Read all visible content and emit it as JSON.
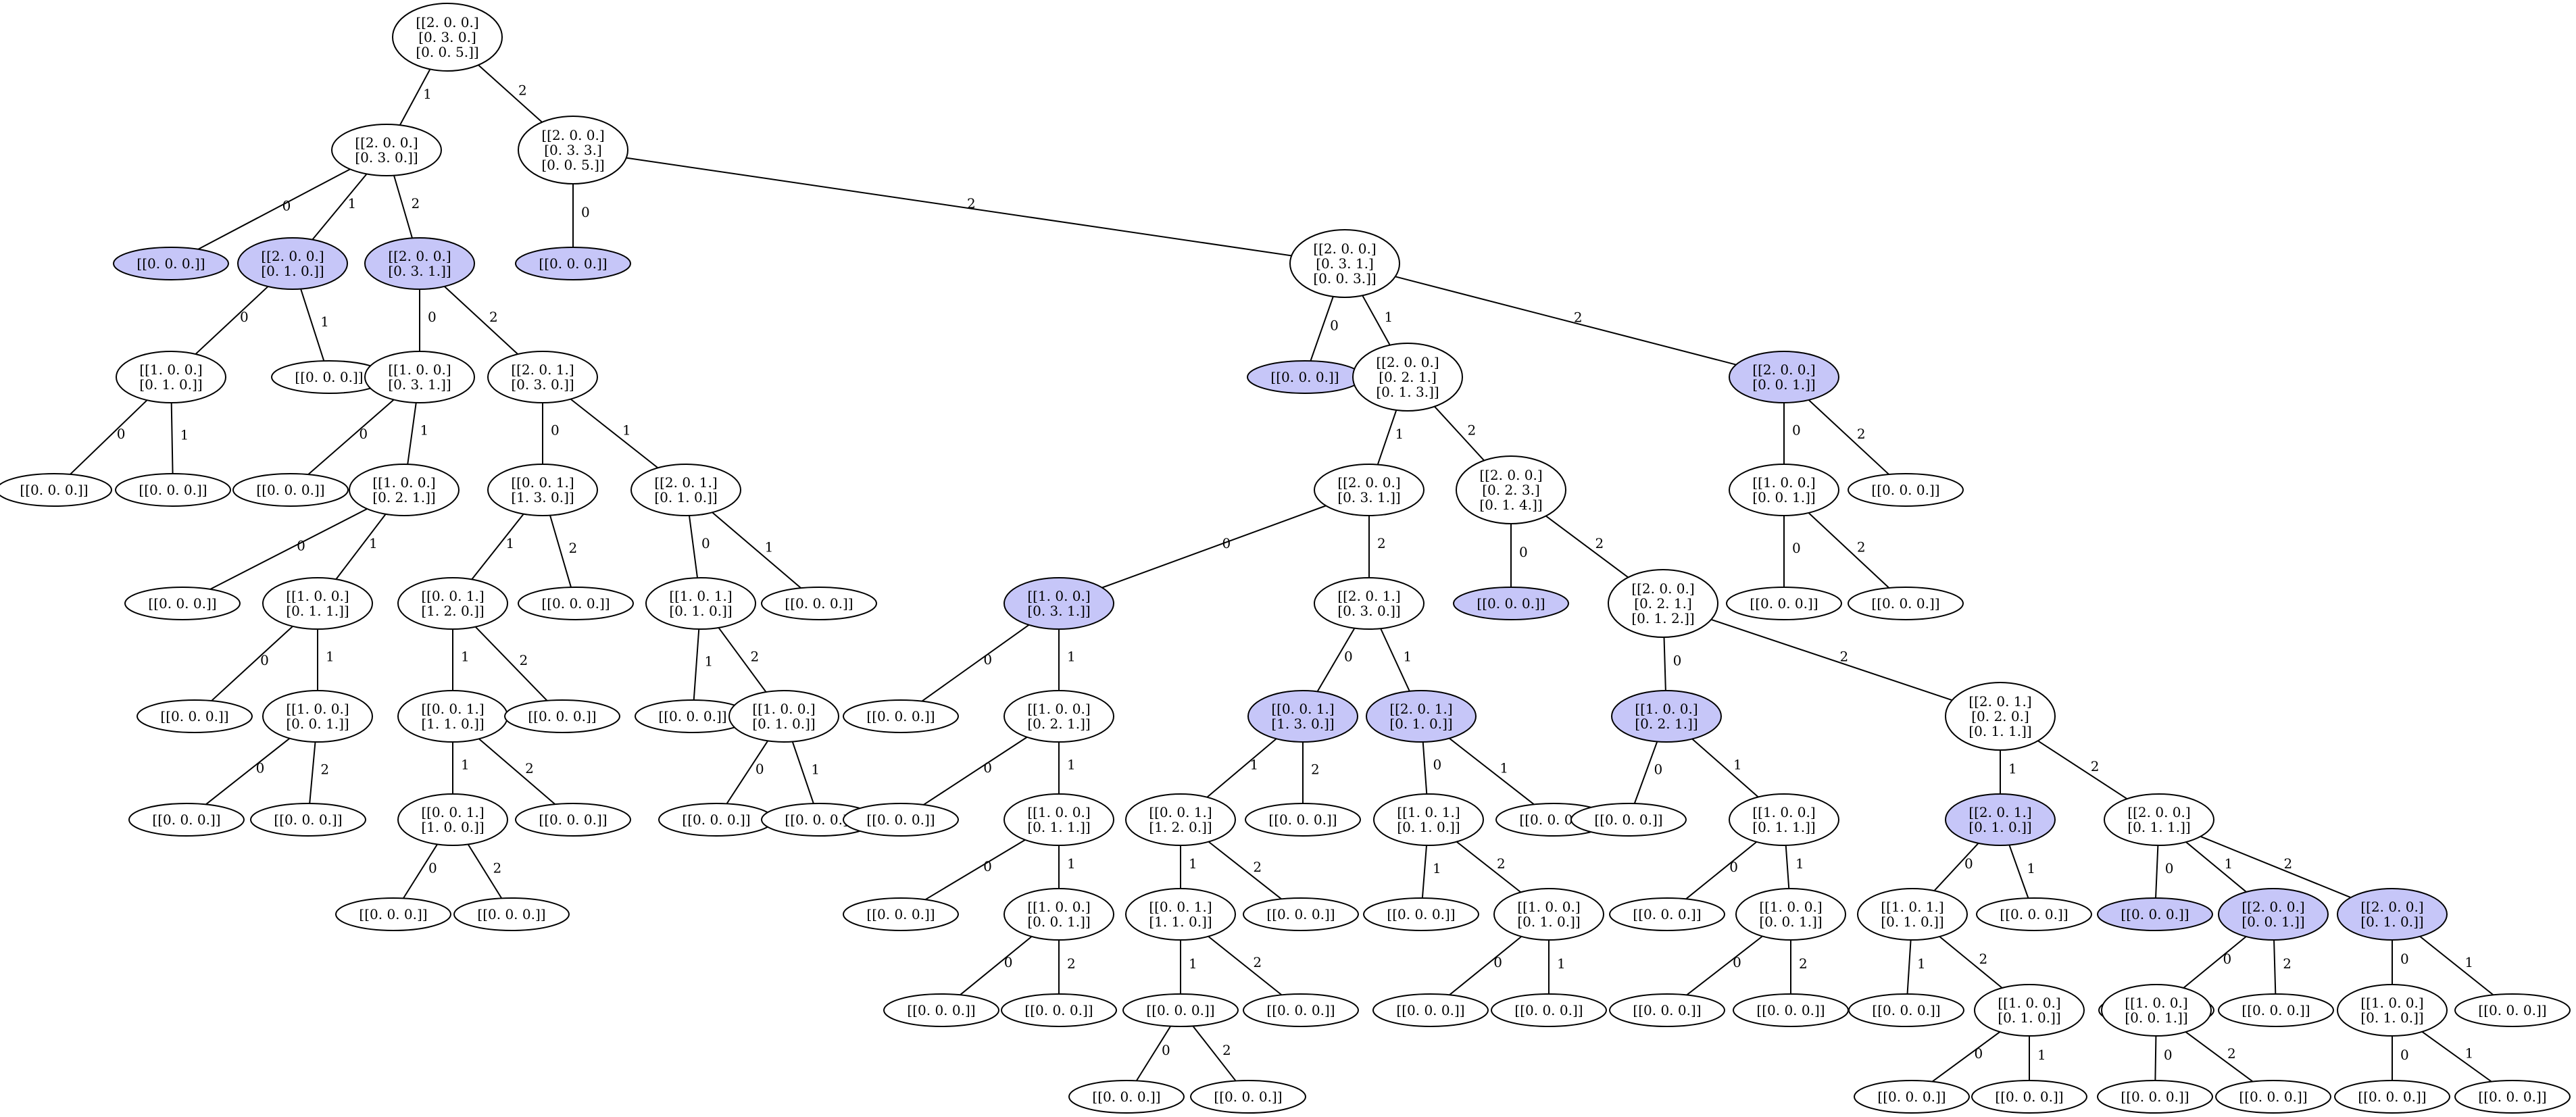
{
  "colors": {
    "highlight": "#c6c6f8",
    "normal": "#ffffff",
    "stroke": "#000000"
  },
  "nodes": [
    {
      "id": "n1",
      "lines": [
        "[[2. 0. 0.]",
        "[0. 3. 0.]",
        "[0. 0. 5.]]"
      ],
      "hl": false
    },
    {
      "id": "n2",
      "lines": [
        "[[2. 0. 0.]",
        "[0. 3. 0.]]"
      ],
      "hl": false
    },
    {
      "id": "n3",
      "lines": [
        "[[2. 0. 0.]",
        "[0. 3. 3.]",
        "[0. 0. 5.]]"
      ],
      "hl": false
    },
    {
      "id": "n4",
      "lines": [
        "[[0. 0. 0.]]"
      ],
      "hl": true
    },
    {
      "id": "n5",
      "lines": [
        "[[2. 0. 0.]",
        "[0. 1. 0.]]"
      ],
      "hl": true
    },
    {
      "id": "n6",
      "lines": [
        "[[2. 0. 0.]",
        "[0. 3. 1.]]"
      ],
      "hl": true
    },
    {
      "id": "n7",
      "lines": [
        "[[0. 0. 0.]]"
      ],
      "hl": true
    },
    {
      "id": "n8",
      "lines": [
        "[[2. 0. 0.]",
        "[0. 3. 1.]",
        "[0. 0. 3.]]"
      ],
      "hl": false
    },
    {
      "id": "n9",
      "lines": [
        "[[1. 0. 0.]",
        "[0. 1. 0.]]"
      ],
      "hl": false
    },
    {
      "id": "n10",
      "lines": [
        "[[0. 0. 0.]]"
      ],
      "hl": false
    },
    {
      "id": "n11",
      "lines": [
        "[[1. 0. 0.]",
        "[0. 3. 1.]]"
      ],
      "hl": false
    },
    {
      "id": "n12",
      "lines": [
        "[[2. 0. 1.]",
        "[0. 3. 0.]]"
      ],
      "hl": false
    },
    {
      "id": "n13",
      "lines": [
        "[[0. 0. 0.]]"
      ],
      "hl": true
    },
    {
      "id": "n14",
      "lines": [
        "[[2. 0. 0.]",
        "[0. 2. 1.]",
        "[0. 1. 3.]]"
      ],
      "hl": false
    },
    {
      "id": "n15",
      "lines": [
        "[[2. 0. 0.]",
        "[0. 0. 1.]]"
      ],
      "hl": true
    },
    {
      "id": "n16",
      "lines": [
        "[[0. 0. 0.]]"
      ],
      "hl": false
    },
    {
      "id": "n17",
      "lines": [
        "[[0. 0. 0.]]"
      ],
      "hl": false
    },
    {
      "id": "n18",
      "lines": [
        "[[0. 0. 0.]]"
      ],
      "hl": false
    },
    {
      "id": "n19",
      "lines": [
        "[[1. 0. 0.]",
        "[0. 2. 1.]]"
      ],
      "hl": false
    },
    {
      "id": "n20",
      "lines": [
        "[[0. 0. 1.]",
        "[1. 3. 0.]]"
      ],
      "hl": false
    },
    {
      "id": "n21",
      "lines": [
        "[[2. 0. 1.]",
        "[0. 1. 0.]]"
      ],
      "hl": false
    },
    {
      "id": "n22",
      "lines": [
        "[[2. 0. 0.]",
        "[0. 3. 1.]]"
      ],
      "hl": false
    },
    {
      "id": "n23",
      "lines": [
        "[[2. 0. 0.]",
        "[0. 2. 3.]",
        "[0. 1. 4.]]"
      ],
      "hl": false
    },
    {
      "id": "n24",
      "lines": [
        "[[1. 0. 0.]",
        "[0. 0. 1.]]"
      ],
      "hl": false
    },
    {
      "id": "n25",
      "lines": [
        "[[0. 0. 0.]]"
      ],
      "hl": false
    },
    {
      "id": "n26",
      "lines": [
        "[[0. 0. 0.]]"
      ],
      "hl": false
    },
    {
      "id": "n27",
      "lines": [
        "[[1. 0. 0.]",
        "[0. 1. 1.]]"
      ],
      "hl": false
    },
    {
      "id": "n28",
      "lines": [
        "[[0. 0. 1.]",
        "[1. 2. 0.]]"
      ],
      "hl": false
    },
    {
      "id": "n29",
      "lines": [
        "[[0. 0. 0.]]"
      ],
      "hl": false
    },
    {
      "id": "n30",
      "lines": [
        "[[1. 0. 1.]",
        "[0. 1. 0.]]"
      ],
      "hl": false
    },
    {
      "id": "n31",
      "lines": [
        "[[0. 0. 0.]]"
      ],
      "hl": false
    },
    {
      "id": "n32",
      "lines": [
        "[[1. 0. 0.]",
        "[0. 3. 1.]]"
      ],
      "hl": true
    },
    {
      "id": "n33",
      "lines": [
        "[[2. 0. 1.]",
        "[0. 3. 0.]]"
      ],
      "hl": false
    },
    {
      "id": "n34",
      "lines": [
        "[[0. 0. 0.]]"
      ],
      "hl": true
    },
    {
      "id": "n35",
      "lines": [
        "[[2. 0. 0.]",
        "[0. 2. 1.]",
        "[0. 1. 2.]]"
      ],
      "hl": false
    },
    {
      "id": "n36",
      "lines": [
        "[[0. 0. 0.]]"
      ],
      "hl": false
    },
    {
      "id": "n37",
      "lines": [
        "[[0. 0. 0.]]"
      ],
      "hl": false
    },
    {
      "id": "n38",
      "lines": [
        "[[0. 0. 0.]]"
      ],
      "hl": false
    },
    {
      "id": "n39",
      "lines": [
        "[[1. 0. 0.]",
        "[0. 0. 1.]]"
      ],
      "hl": false
    },
    {
      "id": "n40",
      "lines": [
        "[[0. 0. 1.]",
        "[1. 1. 0.]]"
      ],
      "hl": false
    },
    {
      "id": "n41",
      "lines": [
        "[[0. 0. 0.]]"
      ],
      "hl": false
    },
    {
      "id": "n42",
      "lines": [
        "[[0. 0. 0.]]"
      ],
      "hl": false
    },
    {
      "id": "n43",
      "lines": [
        "[[1. 0. 0.]",
        "[0. 1. 0.]]"
      ],
      "hl": false
    },
    {
      "id": "n44",
      "lines": [
        "[[0. 0. 0.]]"
      ],
      "hl": false
    },
    {
      "id": "n45",
      "lines": [
        "[[1. 0. 0.]",
        "[0. 2. 1.]]"
      ],
      "hl": false
    },
    {
      "id": "n46",
      "lines": [
        "[[0. 0. 1.]",
        "[1. 3. 0.]]"
      ],
      "hl": true
    },
    {
      "id": "n47",
      "lines": [
        "[[2. 0. 1.]",
        "[0. 1. 0.]]"
      ],
      "hl": true
    },
    {
      "id": "n48",
      "lines": [
        "[[1. 0. 0.]",
        "[0. 2. 1.]]"
      ],
      "hl": true
    },
    {
      "id": "n49",
      "lines": [
        "[[2. 0. 1.]",
        "[0. 2. 0.]",
        "[0. 1. 1.]]"
      ],
      "hl": false
    },
    {
      "id": "n50",
      "lines": [
        "[[0. 0. 0.]]"
      ],
      "hl": false
    },
    {
      "id": "n51",
      "lines": [
        "[[0. 0. 0.]]"
      ],
      "hl": false
    },
    {
      "id": "n52",
      "lines": [
        "[[0. 0. 1.]",
        "[1. 0. 0.]]"
      ],
      "hl": false
    },
    {
      "id": "n53",
      "lines": [
        "[[0. 0. 0.]]"
      ],
      "hl": false
    },
    {
      "id": "n54",
      "lines": [
        "[[0. 0. 0.]]"
      ],
      "hl": false
    },
    {
      "id": "n55",
      "lines": [
        "[[0. 0. 0.]]"
      ],
      "hl": false
    },
    {
      "id": "n56",
      "lines": [
        "[[0. 0. 0.]]"
      ],
      "hl": false
    },
    {
      "id": "n57",
      "lines": [
        "[[1. 0. 0.]",
        "[0. 1. 1.]]"
      ],
      "hl": false
    },
    {
      "id": "n58",
      "lines": [
        "[[0. 0. 1.]",
        "[1. 2. 0.]]"
      ],
      "hl": false
    },
    {
      "id": "n59",
      "lines": [
        "[[0. 0. 0.]]"
      ],
      "hl": false
    },
    {
      "id": "n60",
      "lines": [
        "[[1. 0. 1.]",
        "[0. 1. 0.]]"
      ],
      "hl": false
    },
    {
      "id": "n61",
      "lines": [
        "[[0. 0. 0.]]"
      ],
      "hl": false
    },
    {
      "id": "n62",
      "lines": [
        "[[0. 0. 0.]]"
      ],
      "hl": false
    },
    {
      "id": "n63",
      "lines": [
        "[[1. 0. 0.]",
        "[0. 1. 1.]]"
      ],
      "hl": false
    },
    {
      "id": "n64",
      "lines": [
        "[[2. 0. 1.]",
        "[0. 1. 0.]]"
      ],
      "hl": true
    },
    {
      "id": "n65",
      "lines": [
        "[[2. 0. 0.]",
        "[0. 1. 1.]]"
      ],
      "hl": false
    },
    {
      "id": "n66",
      "lines": [
        "[[0. 0. 0.]]"
      ],
      "hl": false
    },
    {
      "id": "n67",
      "lines": [
        "[[0. 0. 0.]]"
      ],
      "hl": false
    },
    {
      "id": "n68",
      "lines": [
        "[[0. 0. 0.]]"
      ],
      "hl": false
    },
    {
      "id": "n69",
      "lines": [
        "[[1. 0. 0.]",
        "[0. 0. 1.]]"
      ],
      "hl": false
    },
    {
      "id": "n70",
      "lines": [
        "[[0. 0. 1.]",
        "[1. 1. 0.]]"
      ],
      "hl": false
    },
    {
      "id": "n71",
      "lines": [
        "[[0. 0. 0.]]"
      ],
      "hl": false
    },
    {
      "id": "n72",
      "lines": [
        "[[0. 0. 0.]]"
      ],
      "hl": false
    },
    {
      "id": "n73",
      "lines": [
        "[[1. 0. 0.]",
        "[0. 1. 0.]]"
      ],
      "hl": false
    },
    {
      "id": "n74",
      "lines": [
        "[[0. 0. 0.]]"
      ],
      "hl": false
    },
    {
      "id": "n75",
      "lines": [
        "[[1. 0. 0.]",
        "[0. 0. 1.]]"
      ],
      "hl": false
    },
    {
      "id": "n76",
      "lines": [
        "[[1. 0. 1.]",
        "[0. 1. 0.]]"
      ],
      "hl": false
    },
    {
      "id": "n77",
      "lines": [
        "[[0. 0. 0.]]"
      ],
      "hl": false
    },
    {
      "id": "n78",
      "lines": [
        "[[0. 0. 0.]]"
      ],
      "hl": true
    },
    {
      "id": "n79",
      "lines": [
        "[[2. 0. 0.]",
        "[0. 0. 1.]]"
      ],
      "hl": true
    },
    {
      "id": "n80",
      "lines": [
        "[[2. 0. 0.]",
        "[0. 1. 0.]]"
      ],
      "hl": true
    },
    {
      "id": "n81",
      "lines": [
        "[[0. 0. 0.]]"
      ],
      "hl": false
    },
    {
      "id": "n82",
      "lines": [
        "[[0. 0. 0.]]"
      ],
      "hl": false
    },
    {
      "id": "n83",
      "lines": [
        "[[0. 0. 0.]]"
      ],
      "hl": false
    },
    {
      "id": "n84",
      "lines": [
        "[[0. 0. 0.]]"
      ],
      "hl": false
    },
    {
      "id": "n85",
      "lines": [
        "[[0. 0. 0.]]"
      ],
      "hl": false
    },
    {
      "id": "n86",
      "lines": [
        "[[0. 0. 0.]]"
      ],
      "hl": false
    },
    {
      "id": "n87",
      "lines": [
        "[[0. 0. 0.]]"
      ],
      "hl": false
    },
    {
      "id": "n88",
      "lines": [
        "[[0. 0. 0.]]"
      ],
      "hl": false
    },
    {
      "id": "n89",
      "lines": [
        "[[0. 0. 0.]]"
      ],
      "hl": false
    },
    {
      "id": "n90",
      "lines": [
        "[[1. 0. 0.]",
        "[0. 1. 0.]]"
      ],
      "hl": false
    },
    {
      "id": "n91",
      "lines": [
        "[[0. 0. 0.]]"
      ],
      "hl": false
    },
    {
      "id": "n92",
      "lines": [
        "[[1. 0. 0.]",
        "[0. 0. 1.]]"
      ],
      "hl": false
    },
    {
      "id": "n93",
      "lines": [
        "[[0. 0. 0.]]"
      ],
      "hl": false
    },
    {
      "id": "n94",
      "lines": [
        "[[1. 0. 0.]",
        "[0. 1. 0.]]"
      ],
      "hl": false
    },
    {
      "id": "n95",
      "lines": [
        "[[0. 0. 0.]]"
      ],
      "hl": false
    },
    {
      "id": "n96",
      "lines": [
        "[[0. 0. 0.]]"
      ],
      "hl": false
    },
    {
      "id": "n97",
      "lines": [
        "[[0. 0. 0.]]"
      ],
      "hl": false
    },
    {
      "id": "n98",
      "lines": [
        "[[0. 0. 0.]]"
      ],
      "hl": false
    },
    {
      "id": "n99",
      "lines": [
        "[[0. 0. 0.]]"
      ],
      "hl": false
    },
    {
      "id": "n100",
      "lines": [
        "[[0. 0. 0.]]"
      ],
      "hl": false
    },
    {
      "id": "n101",
      "lines": [
        "[[0. 0. 0.]]"
      ],
      "hl": false
    },
    {
      "id": "n102",
      "lines": [
        "[[0. 0. 0.]]"
      ],
      "hl": false
    },
    {
      "id": "n103",
      "lines": [
        "[[0. 0. 0.]]"
      ],
      "hl": false
    }
  ],
  "edges": [
    {
      "from": "n1",
      "to": "n2",
      "label": "1"
    },
    {
      "from": "n1",
      "to": "n3",
      "label": "2"
    },
    {
      "from": "n2",
      "to": "n4",
      "label": "0"
    },
    {
      "from": "n2",
      "to": "n5",
      "label": "1"
    },
    {
      "from": "n2",
      "to": "n6",
      "label": "2"
    },
    {
      "from": "n3",
      "to": "n7",
      "label": "0"
    },
    {
      "from": "n3",
      "to": "n8",
      "label": "2"
    },
    {
      "from": "n5",
      "to": "n9",
      "label": "0"
    },
    {
      "from": "n5",
      "to": "n10",
      "label": "1"
    },
    {
      "from": "n6",
      "to": "n11",
      "label": "0"
    },
    {
      "from": "n6",
      "to": "n12",
      "label": "2"
    },
    {
      "from": "n8",
      "to": "n13",
      "label": "0"
    },
    {
      "from": "n8",
      "to": "n14",
      "label": "1"
    },
    {
      "from": "n8",
      "to": "n15",
      "label": "2"
    },
    {
      "from": "n9",
      "to": "n16",
      "label": "0"
    },
    {
      "from": "n9",
      "to": "n17",
      "label": "1"
    },
    {
      "from": "n11",
      "to": "n18",
      "label": "0"
    },
    {
      "from": "n11",
      "to": "n19",
      "label": "1"
    },
    {
      "from": "n12",
      "to": "n20",
      "label": "0"
    },
    {
      "from": "n12",
      "to": "n21",
      "label": "1"
    },
    {
      "from": "n14",
      "to": "n22",
      "label": "1"
    },
    {
      "from": "n14",
      "to": "n23",
      "label": "2"
    },
    {
      "from": "n15",
      "to": "n24",
      "label": "0"
    },
    {
      "from": "n15",
      "to": "n25",
      "label": "2"
    },
    {
      "from": "n19",
      "to": "n26",
      "label": "0"
    },
    {
      "from": "n19",
      "to": "n27",
      "label": "1"
    },
    {
      "from": "n20",
      "to": "n28",
      "label": "1"
    },
    {
      "from": "n20",
      "to": "n29",
      "label": "2"
    },
    {
      "from": "n21",
      "to": "n30",
      "label": "0"
    },
    {
      "from": "n21",
      "to": "n31",
      "label": "1"
    },
    {
      "from": "n22",
      "to": "n32",
      "label": "0"
    },
    {
      "from": "n22",
      "to": "n33",
      "label": "2"
    },
    {
      "from": "n23",
      "to": "n34",
      "label": "0"
    },
    {
      "from": "n23",
      "to": "n35",
      "label": "2"
    },
    {
      "from": "n24",
      "to": "n36",
      "label": "0"
    },
    {
      "from": "n24",
      "to": "n37",
      "label": "2"
    },
    {
      "from": "n27",
      "to": "n38",
      "label": "0"
    },
    {
      "from": "n27",
      "to": "n39",
      "label": "1"
    },
    {
      "from": "n28",
      "to": "n40",
      "label": "1"
    },
    {
      "from": "n28",
      "to": "n41",
      "label": "2"
    },
    {
      "from": "n30",
      "to": "n42",
      "label": "1"
    },
    {
      "from": "n30",
      "to": "n43",
      "label": "2"
    },
    {
      "from": "n32",
      "to": "n44",
      "label": "0"
    },
    {
      "from": "n32",
      "to": "n45",
      "label": "1"
    },
    {
      "from": "n33",
      "to": "n46",
      "label": "0"
    },
    {
      "from": "n33",
      "to": "n47",
      "label": "1"
    },
    {
      "from": "n35",
      "to": "n48",
      "label": "0"
    },
    {
      "from": "n35",
      "to": "n49",
      "label": "2"
    },
    {
      "from": "n39",
      "to": "n50",
      "label": "0"
    },
    {
      "from": "n39",
      "to": "n51",
      "label": "2"
    },
    {
      "from": "n40",
      "to": "n52",
      "label": "1"
    },
    {
      "from": "n40",
      "to": "n53",
      "label": "2"
    },
    {
      "from": "n43",
      "to": "n54",
      "label": "0"
    },
    {
      "from": "n43",
      "to": "n55",
      "label": "1"
    },
    {
      "from": "n45",
      "to": "n56",
      "label": "0"
    },
    {
      "from": "n45",
      "to": "n57",
      "label": "1"
    },
    {
      "from": "n46",
      "to": "n58",
      "label": "1"
    },
    {
      "from": "n46",
      "to": "n59",
      "label": "2"
    },
    {
      "from": "n47",
      "to": "n60",
      "label": "0"
    },
    {
      "from": "n47",
      "to": "n61",
      "label": "1"
    },
    {
      "from": "n48",
      "to": "n62",
      "label": "0"
    },
    {
      "from": "n48",
      "to": "n63",
      "label": "1"
    },
    {
      "from": "n49",
      "to": "n64",
      "label": "1"
    },
    {
      "from": "n49",
      "to": "n65",
      "label": "2"
    },
    {
      "from": "n52",
      "to": "n66",
      "label": "0"
    },
    {
      "from": "n52",
      "to": "n67",
      "label": "2"
    },
    {
      "from": "n57",
      "to": "n68",
      "label": "0"
    },
    {
      "from": "n57",
      "to": "n69",
      "label": "1"
    },
    {
      "from": "n58",
      "to": "n70",
      "label": "1"
    },
    {
      "from": "n58",
      "to": "n71",
      "label": "2"
    },
    {
      "from": "n60",
      "to": "n72",
      "label": "1"
    },
    {
      "from": "n60",
      "to": "n73",
      "label": "2"
    },
    {
      "from": "n63",
      "to": "n74",
      "label": "0"
    },
    {
      "from": "n63",
      "to": "n75",
      "label": "1"
    },
    {
      "from": "n64",
      "to": "n76",
      "label": "0"
    },
    {
      "from": "n64",
      "to": "n77",
      "label": "1"
    },
    {
      "from": "n65",
      "to": "n78",
      "label": "0"
    },
    {
      "from": "n65",
      "to": "n79",
      "label": "1"
    },
    {
      "from": "n65",
      "to": "n80",
      "label": "2"
    },
    {
      "from": "n69",
      "to": "n81",
      "label": "0"
    },
    {
      "from": "n69",
      "to": "n82",
      "label": "2"
    },
    {
      "from": "n70",
      "to": "n83",
      "label": "1"
    },
    {
      "from": "n70",
      "to": "n84",
      "label": "2"
    },
    {
      "from": "n73",
      "to": "n85",
      "label": "0"
    },
    {
      "from": "n73",
      "to": "n86",
      "label": "1"
    },
    {
      "from": "n75",
      "to": "n87",
      "label": "0"
    },
    {
      "from": "n75",
      "to": "n88",
      "label": "2"
    },
    {
      "from": "n76",
      "to": "n89",
      "label": "1"
    },
    {
      "from": "n76",
      "to": "n90",
      "label": "2"
    },
    {
      "from": "n79",
      "to": "n92",
      "label": "0"
    },
    {
      "from": "n79",
      "to": "n93",
      "label": "2"
    },
    {
      "from": "n80",
      "to": "n94",
      "label": "0"
    },
    {
      "from": "n80",
      "to": "n95",
      "label": "1"
    },
    {
      "from": "n83",
      "to": "n96",
      "label": "0"
    },
    {
      "from": "n83",
      "to": "n97",
      "label": "2"
    },
    {
      "from": "n90",
      "to": "n98",
      "label": "0"
    },
    {
      "from": "n90",
      "to": "n99",
      "label": "1"
    },
    {
      "from": "n92",
      "to": "n100",
      "label": "0"
    },
    {
      "from": "n92",
      "to": "n101",
      "label": "2"
    },
    {
      "from": "n94",
      "to": "n102",
      "label": "0"
    },
    {
      "from": "n94",
      "to": "n103",
      "label": "1"
    }
  ]
}
